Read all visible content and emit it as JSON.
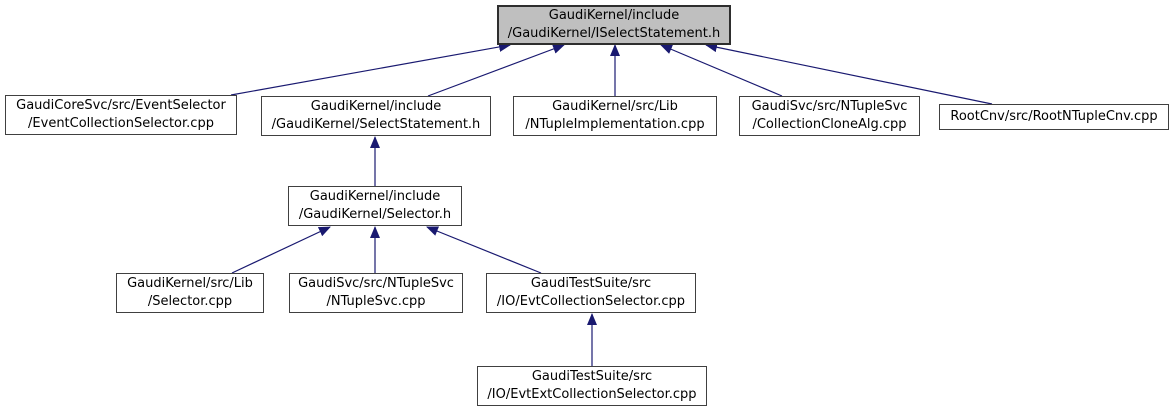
{
  "diagram": {
    "kind": "doxygen-include-dependency-graph",
    "colors": {
      "background": "#ffffff",
      "edge": "#191970",
      "node_border": "#404040",
      "highlight_fill": "#bfbfbf",
      "highlight_border": "#2e2e2e",
      "text": "#000000"
    },
    "nodes": [
      {
        "id": "iselectstatement-h",
        "lines": [
          "GaudiKernel/include",
          "/GaudiKernel/ISelectStatement.h"
        ],
        "highlighted": true
      },
      {
        "id": "eventcollectionselector-cpp",
        "lines": [
          "GaudiCoreSvc/src/EventSelector",
          "/EventCollectionSelector.cpp"
        ]
      },
      {
        "id": "selectstatement-h",
        "lines": [
          "GaudiKernel/include",
          "/GaudiKernel/SelectStatement.h"
        ]
      },
      {
        "id": "ntupleimplementation-cpp",
        "lines": [
          "GaudiKernel/src/Lib",
          "/NTupleImplementation.cpp"
        ]
      },
      {
        "id": "collectionclonealg-cpp",
        "lines": [
          "GaudiSvc/src/NTupleSvc",
          "/CollectionCloneAlg.cpp"
        ]
      },
      {
        "id": "rootntuplecnv-cpp",
        "lines": [
          "RootCnv/src/RootNTupleCnv.cpp"
        ]
      },
      {
        "id": "selector-h",
        "lines": [
          "GaudiKernel/include",
          "/GaudiKernel/Selector.h"
        ]
      },
      {
        "id": "selector-cpp",
        "lines": [
          "GaudiKernel/src/Lib",
          "/Selector.cpp"
        ]
      },
      {
        "id": "ntuplesvc-cpp",
        "lines": [
          "GaudiSvc/src/NTupleSvc",
          "/NTupleSvc.cpp"
        ]
      },
      {
        "id": "evtcollectionselector-cpp",
        "lines": [
          "GaudiTestSuite/src",
          "/IO/EvtCollectionSelector.cpp"
        ]
      },
      {
        "id": "evtextcollectionselector-cpp",
        "lines": [
          "GaudiTestSuite/src",
          "/IO/EvtExtCollectionSelector.cpp"
        ]
      }
    ],
    "edges": [
      {
        "from": "eventcollectionselector-cpp",
        "to": "iselectstatement-h"
      },
      {
        "from": "selectstatement-h",
        "to": "iselectstatement-h"
      },
      {
        "from": "ntupleimplementation-cpp",
        "to": "iselectstatement-h"
      },
      {
        "from": "collectionclonealg-cpp",
        "to": "iselectstatement-h"
      },
      {
        "from": "rootntuplecnv-cpp",
        "to": "iselectstatement-h"
      },
      {
        "from": "selector-h",
        "to": "selectstatement-h"
      },
      {
        "from": "selector-cpp",
        "to": "selector-h"
      },
      {
        "from": "ntuplesvc-cpp",
        "to": "selector-h"
      },
      {
        "from": "evtcollectionselector-cpp",
        "to": "selector-h"
      },
      {
        "from": "evtextcollectionselector-cpp",
        "to": "evtcollectionselector-cpp"
      }
    ]
  }
}
